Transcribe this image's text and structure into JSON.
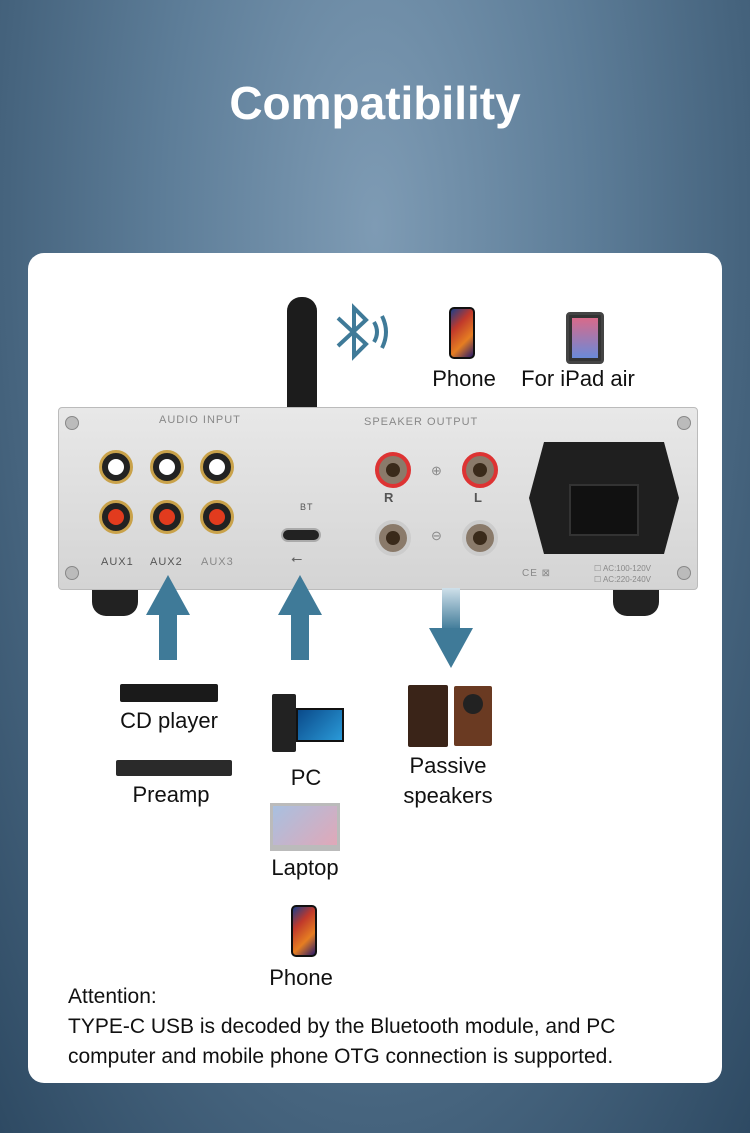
{
  "title": "Compatibility",
  "top_devices": [
    {
      "label": "Phone",
      "icon": "phone-icon"
    },
    {
      "label": "For iPad air",
      "icon": "tablet-icon"
    }
  ],
  "panel": {
    "audio_input": "AUDIO INPUT",
    "speaker_output": "SPEAKER OUTPUT",
    "aux": [
      "AUX1",
      "AUX2",
      "AUX3"
    ],
    "bt": "BT",
    "right": "R",
    "left": "L",
    "plus": "⊕",
    "minus": "⊖",
    "ac1": "☐ AC:100-120V",
    "ac2": "☐ AC:220-240V",
    "ce": "CE ⊠"
  },
  "aux_devices": [
    "CD player",
    "Preamp"
  ],
  "usb_devices": [
    "PC",
    "Laptop",
    "Phone"
  ],
  "speaker_devices": {
    "line1": "Passive",
    "line2": "speakers"
  },
  "attention": {
    "heading": "Attention:",
    "text": "TYPE-C USB is decoded by the Bluetooth module, and PC computer and mobile phone OTG connection is supported."
  },
  "colors": {
    "arrow": "#3f7a98",
    "bluetooth": "#3f7a98"
  }
}
